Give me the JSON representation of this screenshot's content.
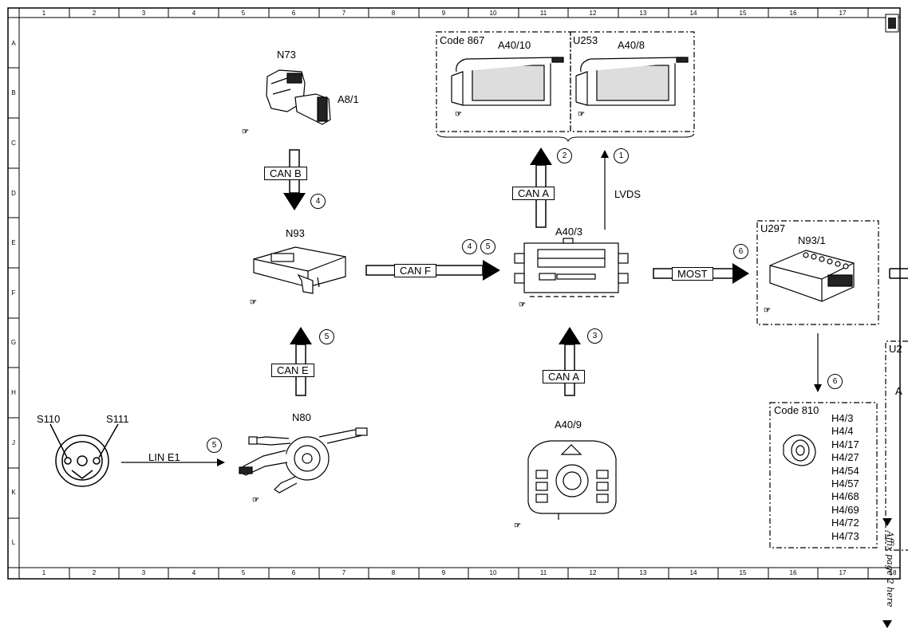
{
  "grid": {
    "columns": [
      "1",
      "2",
      "3",
      "4",
      "5",
      "6",
      "7",
      "8",
      "9",
      "10",
      "11",
      "12",
      "13",
      "14",
      "15",
      "16",
      "17",
      "18"
    ],
    "rows": [
      "A",
      "B",
      "C",
      "D",
      "E",
      "F",
      "G",
      "H",
      "J",
      "K",
      "L"
    ]
  },
  "components": {
    "n73": "N73",
    "a8_1": "A8/1",
    "n93": "N93",
    "n80": "N80",
    "s110": "S110",
    "s111": "S111",
    "a40_3": "A40/3",
    "a40_9": "A40/9",
    "a40_10": "A40/10",
    "a40_8": "A40/8",
    "n93_1": "N93/1"
  },
  "groups": {
    "code_867": "Code 867",
    "u253": "U253",
    "u297": "U297",
    "code_810": "Code 810",
    "u2_partial": "U2",
    "a_partial": "A"
  },
  "buses": {
    "can_b": "CAN B",
    "can_a_top": "CAN A",
    "lvds": "LVDS",
    "can_f": "CAN F",
    "most": "MOST",
    "can_e": "CAN E",
    "can_a_bottom": "CAN A",
    "lin_e1": "LIN E1"
  },
  "ref_numbers": {
    "r1": "1",
    "r2": "2",
    "r3": "3",
    "r4_canb": "4",
    "r4_canf": "4",
    "r5_canf": "5",
    "r5_cane": "5",
    "r5_lin": "5",
    "r6_most": "6",
    "r6_down": "6"
  },
  "h4_list": [
    "H4/3",
    "H4/4",
    "H4/17",
    "H4/27",
    "H4/54",
    "H4/57",
    "H4/68",
    "H4/69",
    "H4/72",
    "H4/73"
  ],
  "side_note": "Affix page 2 here"
}
